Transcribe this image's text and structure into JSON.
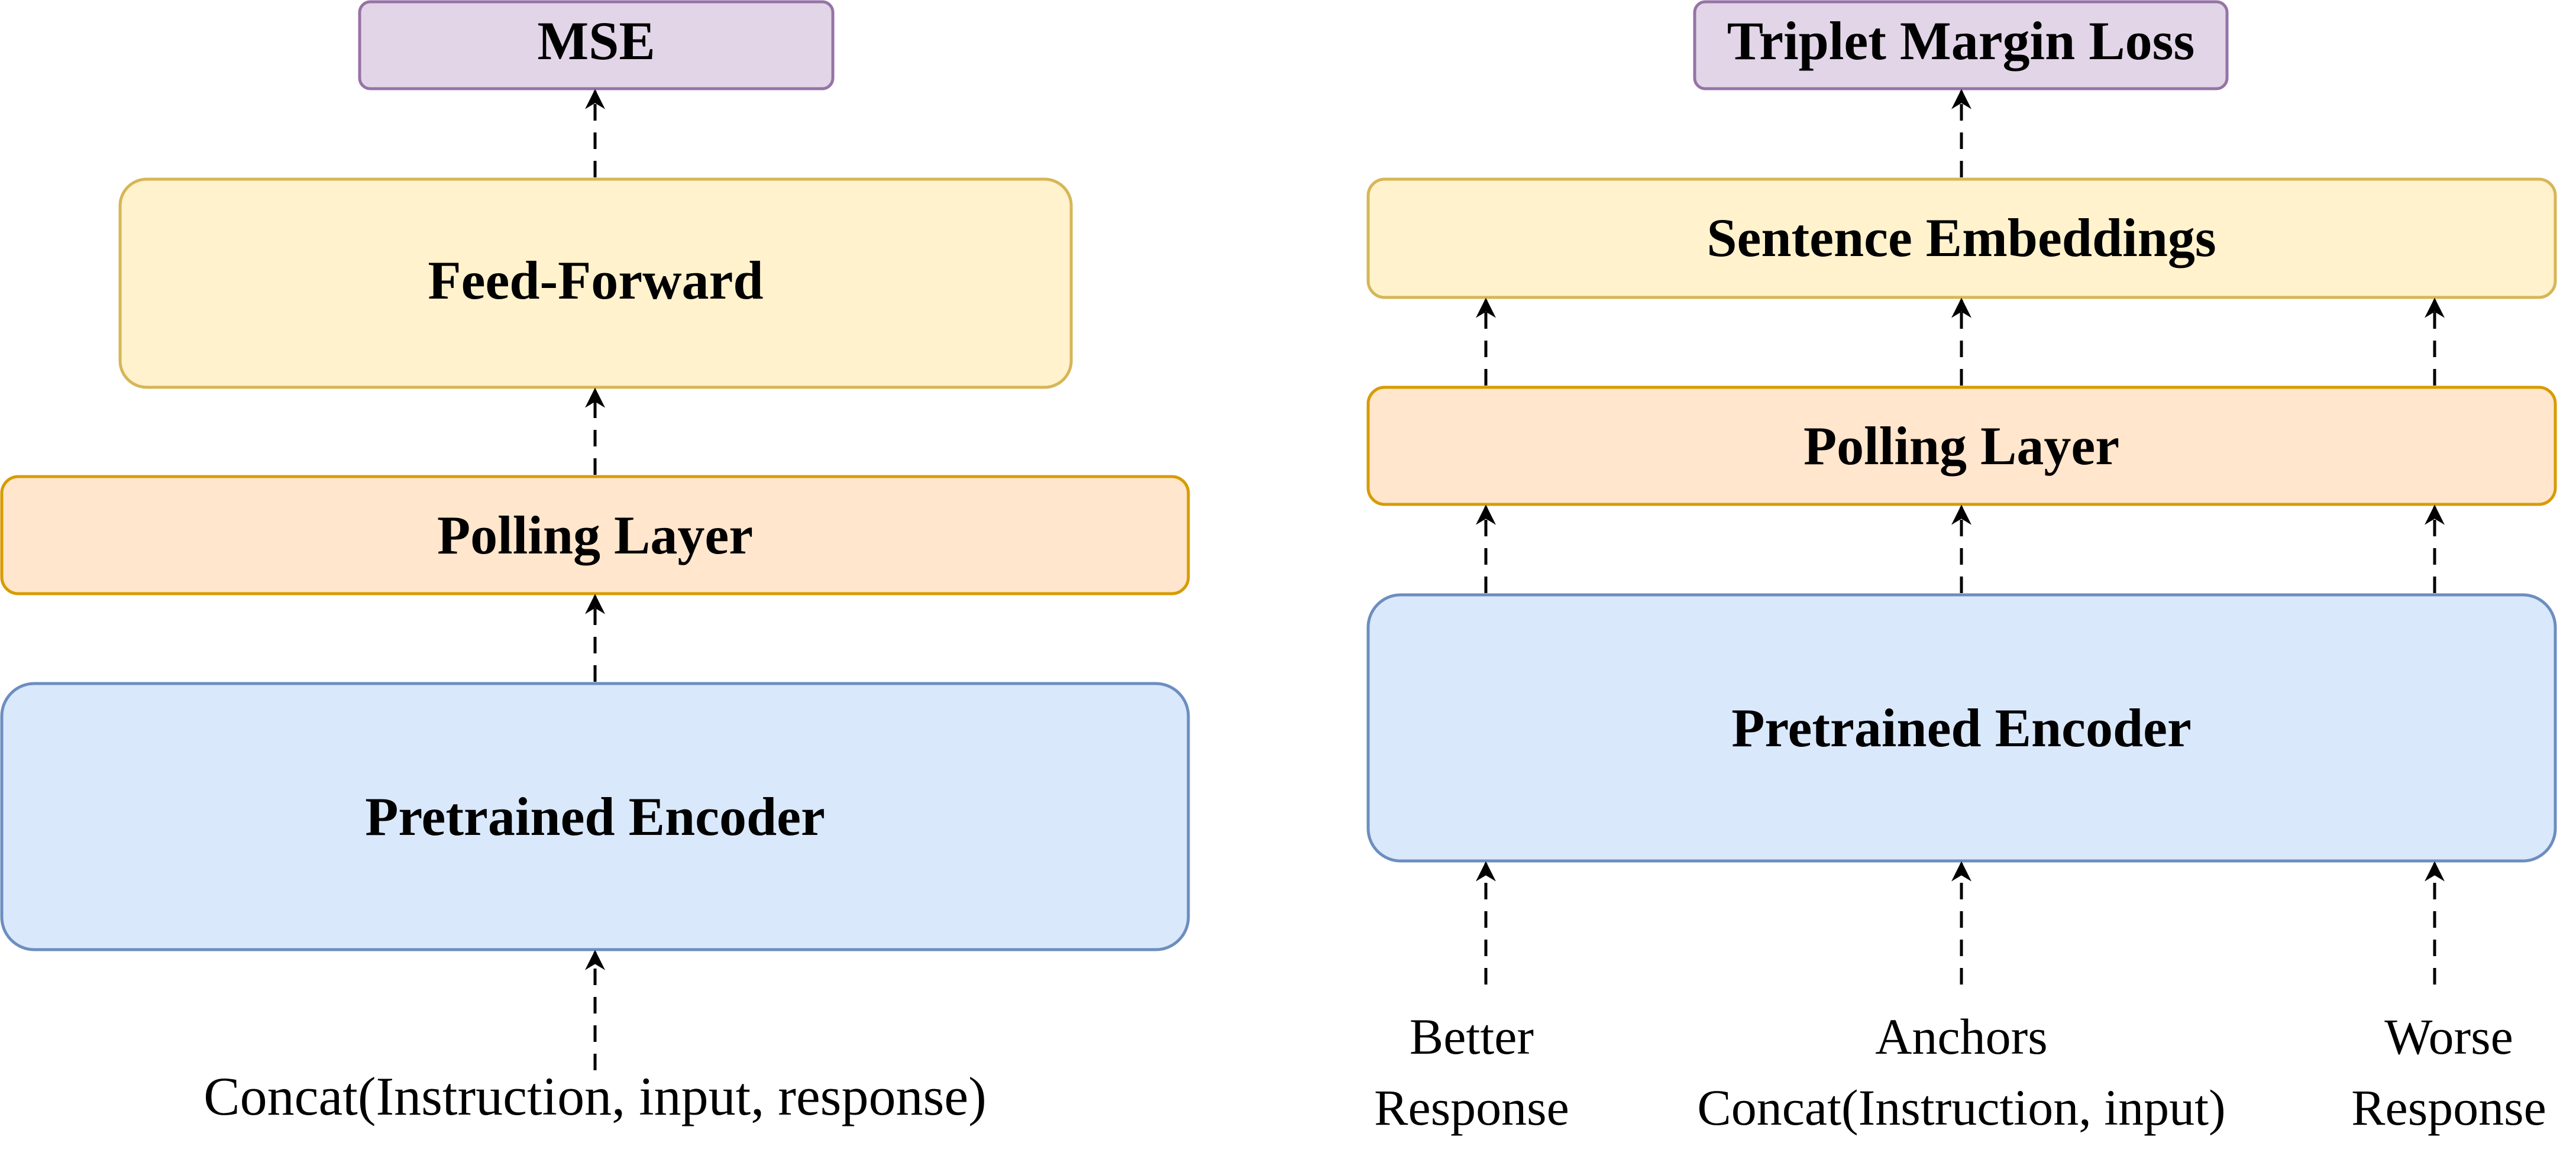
{
  "colors": {
    "purple_fill": "#e1d5e7",
    "purple_stroke": "#9673a6",
    "yellow_fill": "#fff2cc",
    "yellow_stroke": "#d6b656",
    "orange_fill": "#ffe6cc",
    "orange_stroke": "#d79b00",
    "blue_fill": "#dae8fc",
    "blue_stroke": "#6c8ebf",
    "arrow": "#000000"
  },
  "left": {
    "loss": "MSE",
    "head": "Feed-Forward",
    "pooling": "Polling Layer",
    "encoder": "Pretrained Encoder",
    "input": "Concat(Instruction, input, response)"
  },
  "right": {
    "loss": "Triplet Margin Loss",
    "embeddings": "Sentence Embeddings",
    "pooling": "Polling Layer",
    "encoder": "Pretrained Encoder",
    "inputs": [
      {
        "line1": "Better",
        "line2": "Response"
      },
      {
        "line1": "Anchors",
        "line2": "Concat(Instruction, input)"
      },
      {
        "line1": "Worse",
        "line2": "Response"
      }
    ]
  }
}
